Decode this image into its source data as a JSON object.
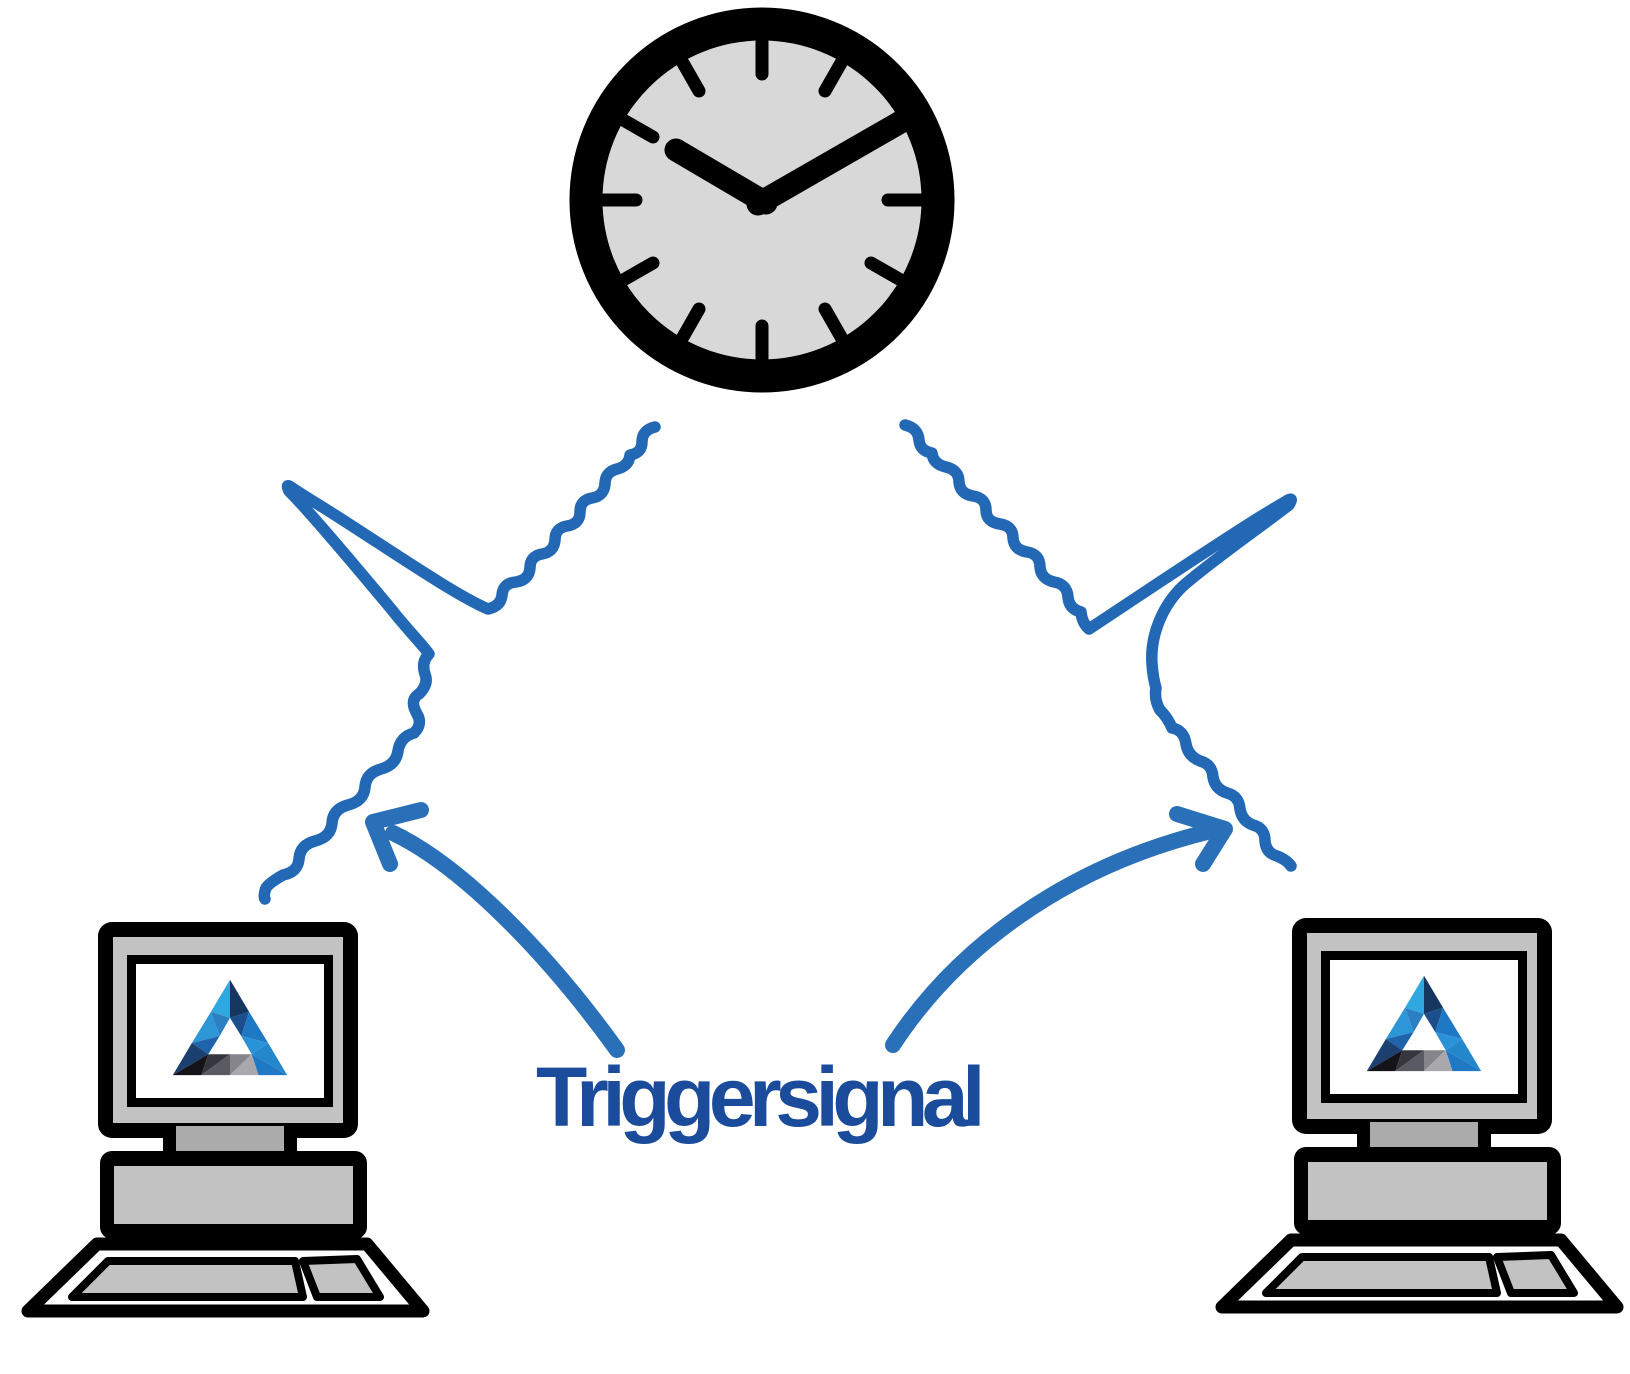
{
  "label": {
    "text": "Triggersignal"
  },
  "clock": {
    "time_shown": "10:10",
    "tick_count": 12
  },
  "colors": {
    "background": "#ffffff",
    "outline": "#000000",
    "clock_face": "#d8d8d8",
    "device_gray": "#c2c2c2",
    "device_gray_dark": "#ababab",
    "screen_white": "#ffffff",
    "signal": "#2368b4",
    "arrow": "#2a70b8",
    "label_text": "#1b4b9b"
  },
  "logo": {
    "name": "triangle-facet-logo",
    "facet_colors": [
      "#2fa8e1",
      "#2b7fc2",
      "#2c96d6",
      "#1f64ab",
      "#1b3f6e",
      "#14365f",
      "#1a4e8c",
      "#1e78c4",
      "#2a93d8",
      "#2387cc",
      "#131319",
      "#36363e",
      "#5a5a62",
      "#85858b",
      "#a9a9ad",
      "#1e78c4"
    ]
  },
  "icons": {
    "clock": "wall-clock-icon",
    "computer_left": "desktop-computer-icon",
    "computer_right": "desktop-computer-icon",
    "signal_left": "signal-wave-left",
    "signal_right": "signal-wave-right",
    "arrow_left": "curved-arrow-left",
    "arrow_right": "curved-arrow-right"
  }
}
